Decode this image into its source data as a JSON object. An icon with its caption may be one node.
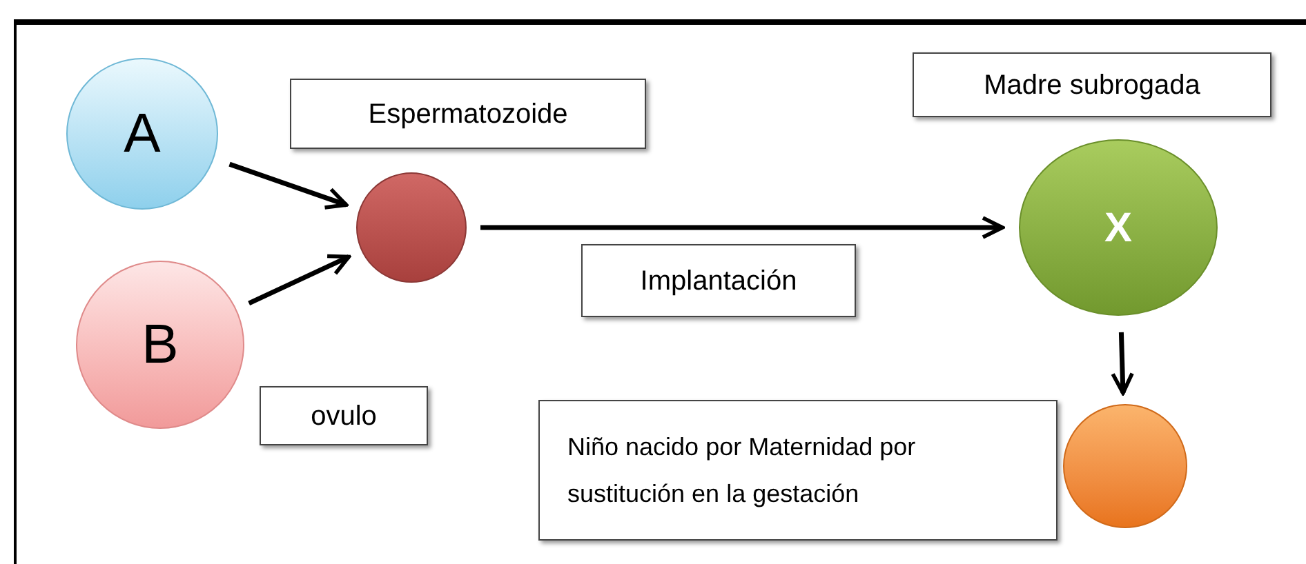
{
  "diagram": {
    "nodes": [
      {
        "text": [
          "A"
        ]
      },
      {
        "text": [
          "Espermatozoide"
        ]
      },
      {
        "text": [
          "Madre subrogada"
        ]
      },
      {
        "text": [],
        "shape": "circle"
      },
      {
        "text": [
          "X"
        ]
      },
      {
        "text": [
          "Implantación"
        ]
      },
      {
        "text": [
          "B"
        ]
      },
      {
        "text": [
          "ovulo"
        ]
      },
      {
        "text": [
          "Niño nacido por Maternidad por sustitución en la gestación"
        ]
      },
      {
        "text": [],
        "shape": "circle"
      }
    ],
    "edges": [
      {
        "from": 0,
        "to": 3,
        "arrow": "to"
      },
      {
        "from": 6,
        "to": 3,
        "arrow": "to"
      },
      {
        "from": 3,
        "to": 4,
        "arrow": "to"
      },
      {
        "from": 4,
        "to": 9,
        "arrow": "to"
      }
    ]
  }
}
